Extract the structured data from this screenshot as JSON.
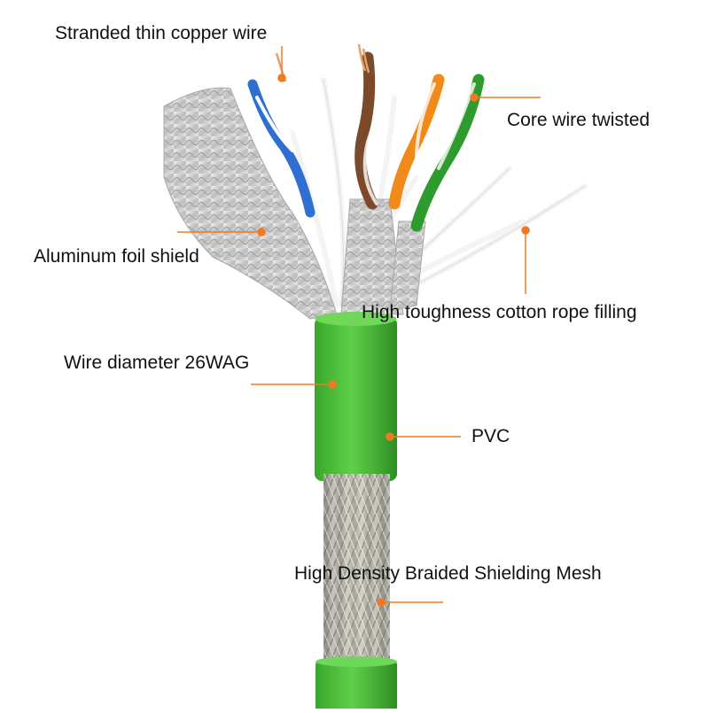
{
  "labels": {
    "stranded": "Stranded thin copper wire",
    "core_twisted": "Core wire twisted",
    "foil": "Aluminum foil shield",
    "cotton": "High toughness cotton rope filling",
    "diameter": "Wire diameter 26WAG",
    "pvc": "PVC",
    "braid": "High Density Braided Shielding Mesh"
  },
  "colors": {
    "leader": "#f07a22",
    "jacket": "#4cba3a",
    "jacket_dark": "#2f8f25",
    "braid": "#bdbcb2",
    "foil": "#d6d6d6",
    "pair_blue": "#2f6fd2",
    "pair_brown": "#7a4a2a",
    "pair_orange": "#f08a1a",
    "pair_green": "#2e9b2e",
    "copper": "#e8a06a"
  }
}
